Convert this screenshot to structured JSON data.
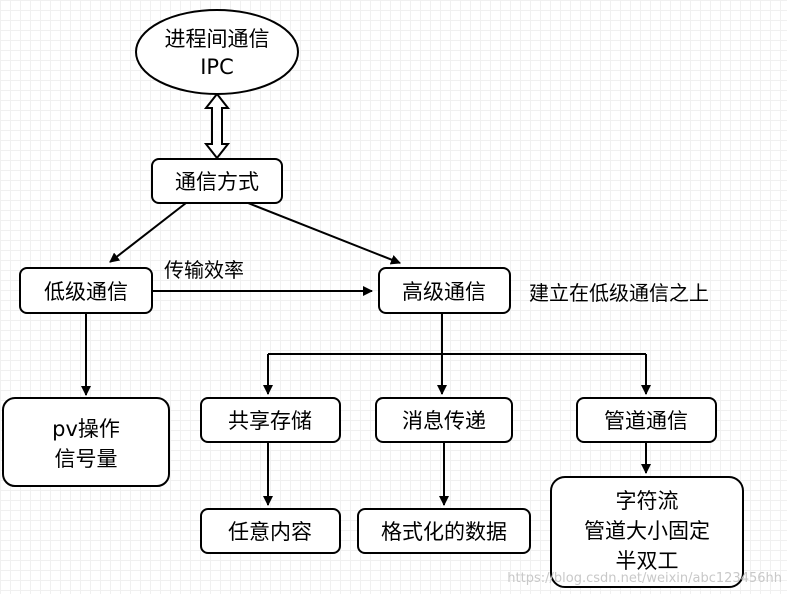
{
  "nodes": {
    "ipc": {
      "line1": "进程间通信",
      "line2": "IPC"
    },
    "comm_method": "通信方式",
    "low_level": "低级通信",
    "high_level": "高级通信",
    "pv": {
      "line1": "pv操作",
      "line2": "信号量"
    },
    "shared_storage": "共享存储",
    "message_passing": "消息传递",
    "pipe": "管道通信",
    "any_content": "任意内容",
    "formatted_data": "格式化的数据",
    "pipe_details": {
      "line1": "字符流",
      "line2": "管道大小固定",
      "line3": "半双工"
    }
  },
  "labels": {
    "efficiency": "传输效率",
    "built_on": "建立在低级通信之上"
  },
  "watermark": "https://blog.csdn.net/weixin/abc123456hh"
}
